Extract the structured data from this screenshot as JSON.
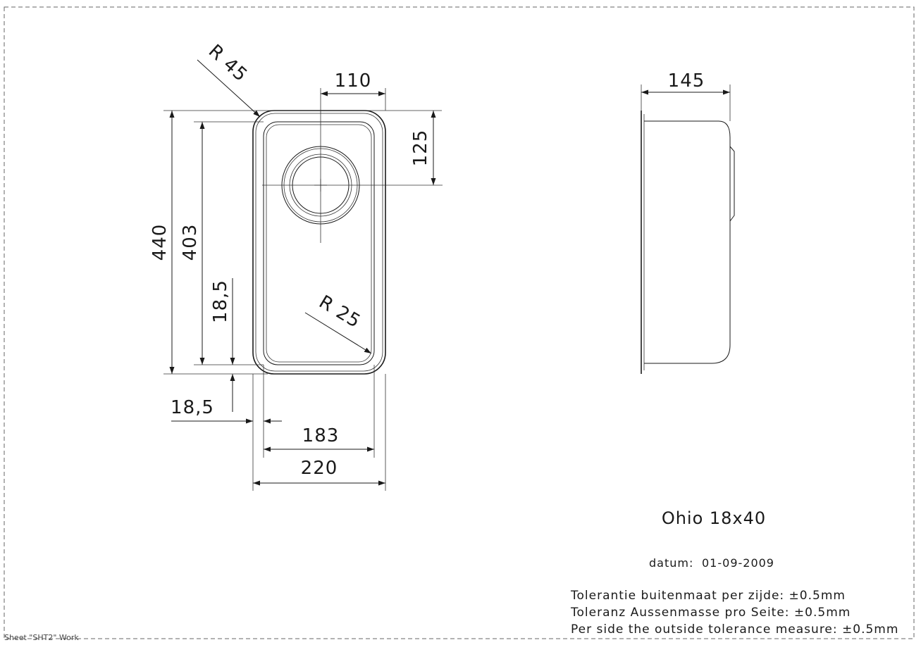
{
  "drawing": {
    "title": "Ohio 18x40",
    "date_label": "datum:",
    "date_value": "01-09-2009",
    "sheet_label": "Sheet \"SHT2\" Work",
    "tolerances": [
      "Tolerantie buitenmaat per zijde: ±0.5mm",
      "Toleranz Aussenmasse pro Seite: ±0.5mm",
      "Per side the outside tolerance measure: ±0.5mm"
    ]
  },
  "dimensions": {
    "outer_radius": "R 45",
    "inner_radius": "R 25",
    "drain_offset_x": "110",
    "drain_offset_y": "125",
    "outer_length": "440",
    "inner_length": "403",
    "rim_side": "18,5",
    "rim_bottom": "18,5",
    "inner_width": "183",
    "outer_width": "220",
    "depth": "145"
  }
}
